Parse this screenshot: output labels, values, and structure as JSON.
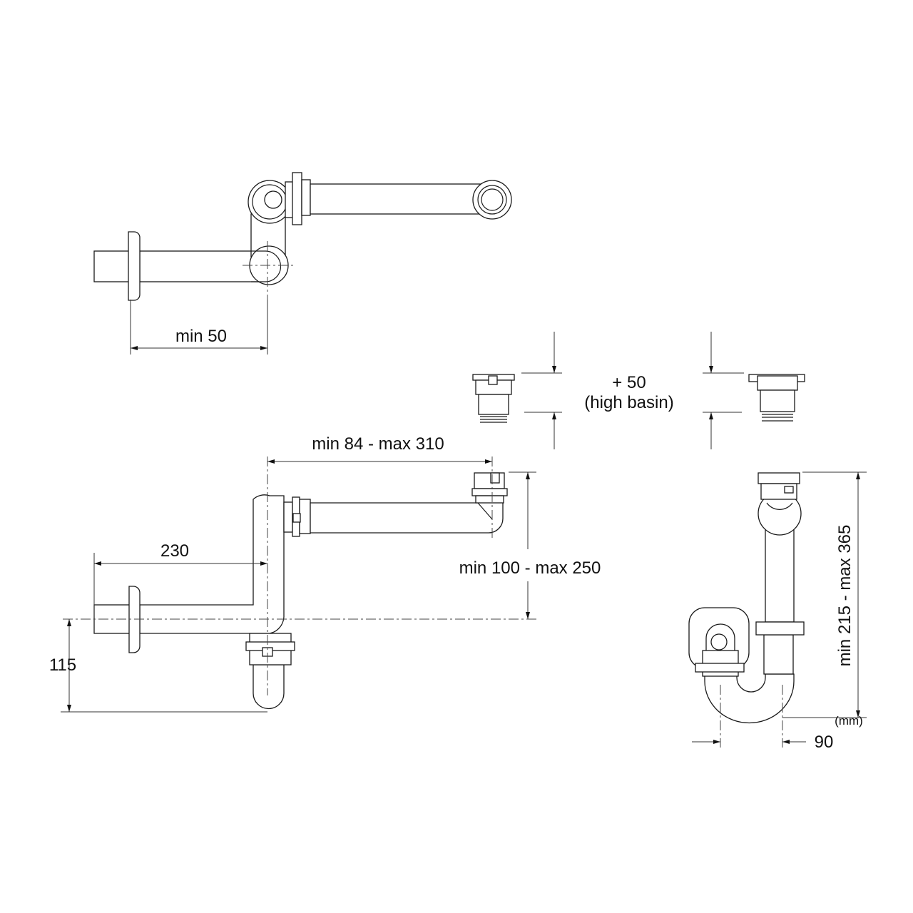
{
  "labels": {
    "min_50": "min 50",
    "plus_50": "+ 50",
    "high_basin": "(high basin)",
    "horizontal_range": "min 84 - max 310",
    "wall_distance": "230",
    "drop_range": "min 100 - max 250",
    "center_height": "115",
    "total_height": "min 215 - max 365",
    "offset": "90",
    "unit": "(mm)"
  },
  "colors": {
    "line": "#1a1a1a",
    "background": "#ffffff"
  }
}
